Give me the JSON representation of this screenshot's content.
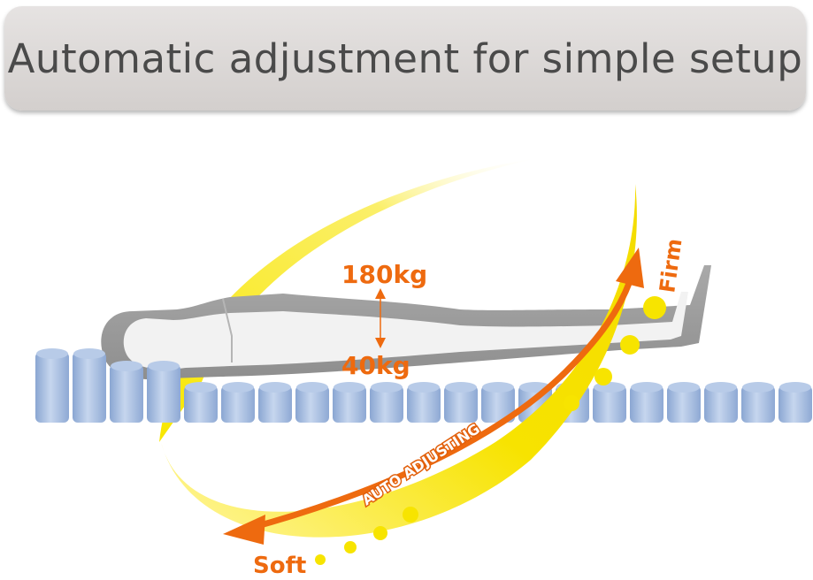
{
  "header": {
    "title": "Automatic adjustment for simple setup"
  },
  "diagram": {
    "weight_max": "180kg",
    "weight_min": "40kg",
    "firm_label": "Firm",
    "soft_label": "Soft",
    "mode_label": "AUTO ADJUSTING"
  },
  "colors": {
    "accent_orange": "#ee6a0f",
    "swoosh_yellow": "#f7e400",
    "cylinder_blue": "#9fb8dd",
    "banner_gray": "#d9d6d5"
  }
}
